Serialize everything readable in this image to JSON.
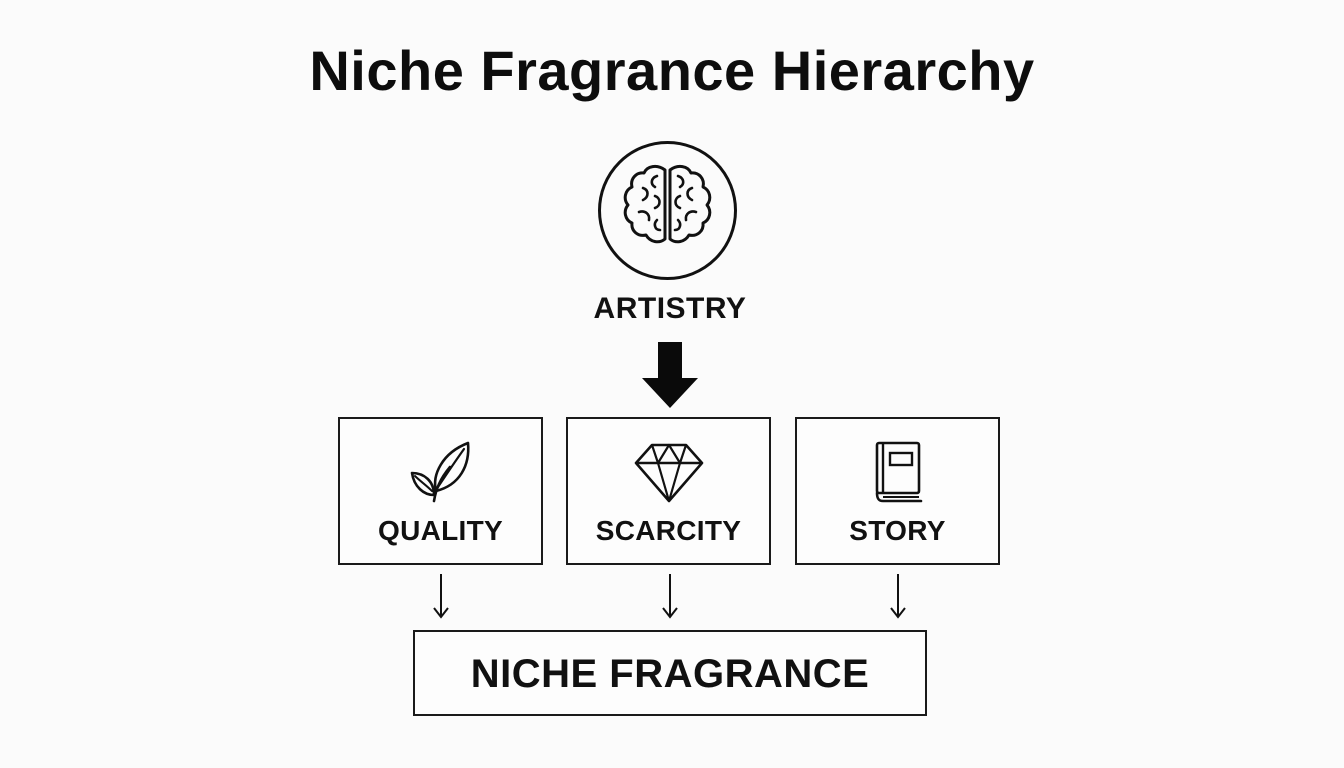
{
  "diagram": {
    "title": "Niche Fragrance Hierarchy",
    "top_node": {
      "label": "ARTISTRY",
      "icon": "brain-icon"
    },
    "pillars": [
      {
        "label": "QUALITY",
        "icon": "leaf-icon"
      },
      {
        "label": "SCARCITY",
        "icon": "diamond-icon"
      },
      {
        "label": "STORY",
        "icon": "book-icon"
      }
    ],
    "result": {
      "label": "NICHE FRAGRANCE"
    },
    "colors": {
      "stroke": "#111111",
      "background": "#fbfbfb"
    }
  }
}
